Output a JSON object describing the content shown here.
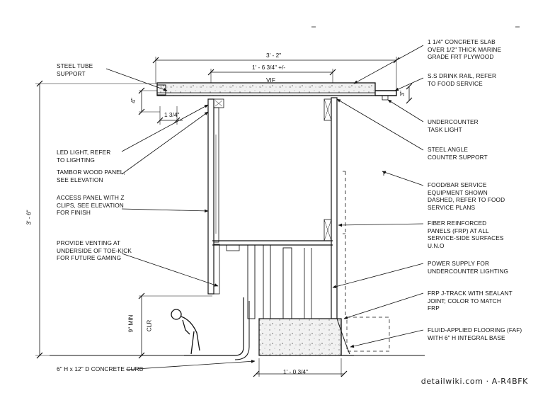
{
  "labels": {
    "steel_tube": "STEEL TUBE\nSUPPORT",
    "led": "LED LIGHT, REFER\nTO LIGHTING",
    "tambor": "TAMBOR WOOD PANEL,\nSEE ELEVATION",
    "access": "ACCESS PANEL WITH Z\nCLIPS, SEE ELEVATION\nFOR FINISH",
    "venting": "PROVIDE  VENTING AT\nUNDERSIDE OF TOE-KICK\nFOR FUTURE GAMING",
    "curb": "6\" H x 12\" D CONCRETE CURB",
    "slab": "1 1/4\" CONCRETE SLAB\nOVER 1/2\" THICK MARINE\nGRADE FRT PLYWOOD",
    "drink_rail": "S.S DRINK RAIL, REFER\nTO FOOD SERVICE",
    "task_light": "UNDERCOUNTER\nTASK LIGHT",
    "angle": "STEEL ANGLE\nCOUNTER SUPPORT",
    "equipment": "FOOD/BAR SERVICE\nEQUIPMENT SHOWN\nDASHED, REFER TO FOOD\nSERVICE PLANS",
    "frp": "FIBER REINFORCED\nPANELS (FRP) AT ALL\nSERVICE-SIDE SURFACES\nU.N.O",
    "power": "POWER SUPPLY FOR\nUNDERCOUNTER LIGHTING",
    "jtrack": "FRP J-TRACK WITH SEALANT\nJOINT; COLOR TO MATCH\nFRP",
    "flooring": "FLUID-APPLIED FLOORING (FAF)\nWITH 6\" H INTEGRAL BASE"
  },
  "dimensions": {
    "overall_width": "3' - 2\"",
    "inner_width": "1' - 6 3/4\" +/-",
    "vif": "VIF",
    "overall_height": "3' - 6\"",
    "tube_depth": "4\"",
    "tube_width": "1 3/4\"",
    "rail_height": "3\"",
    "toe_clearance": "9\" MIN",
    "clr": "CLR",
    "curb_width": "1' - 0 3/4\""
  },
  "credit": "detailwiki.com · A-R4BFK",
  "colors": {
    "line": "#111111",
    "concrete": "#e9e9e9"
  }
}
